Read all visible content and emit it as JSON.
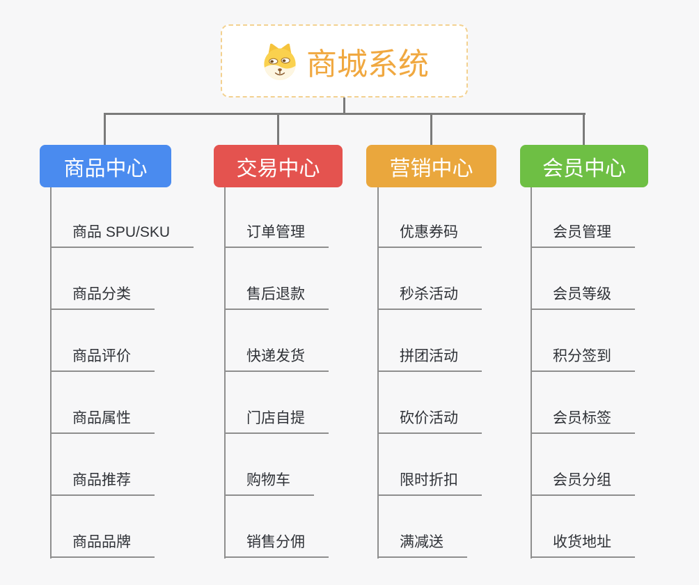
{
  "page": {
    "background": "#f7f7f8"
  },
  "root": {
    "title": "商城系统",
    "icon": "dog-icon",
    "title_color": "#f0a840",
    "border_color": "#f3d18f",
    "background": "#ffffff"
  },
  "branches": [
    {
      "id": "product-center",
      "label": "商品中心",
      "color": "#4a8bef",
      "items": [
        "商品 SPU/SKU",
        "商品分类",
        "商品评价",
        "商品属性",
        "商品推荐",
        "商品品牌"
      ]
    },
    {
      "id": "trade-center",
      "label": "交易中心",
      "color": "#e4534f",
      "items": [
        "订单管理",
        "售后退款",
        "快递发货",
        "门店自提",
        "购物车",
        "销售分佣"
      ]
    },
    {
      "id": "marketing-center",
      "label": "营销中心",
      "color": "#eaa73d",
      "items": [
        "优惠券码",
        "秒杀活动",
        "拼团活动",
        "砍价活动",
        "限时折扣",
        "满减送"
      ]
    },
    {
      "id": "member-center",
      "label": "会员中心",
      "color": "#6ebf44",
      "items": [
        "会员管理",
        "会员等级",
        "积分签到",
        "会员标签",
        "会员分组",
        "收货地址"
      ]
    }
  ],
  "styles": {
    "connector_color": "#7a7a7a",
    "line_color": "#8e8e8e",
    "leaf_text_color": "#2f3237",
    "header_text_color": "#ffffff"
  }
}
